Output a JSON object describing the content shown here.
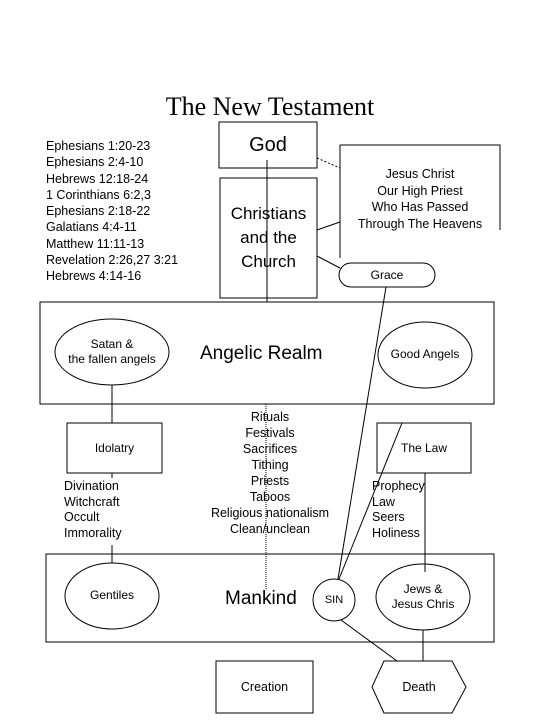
{
  "title": "The New Testament",
  "references": [
    "Ephesians 1:20-23",
    "Ephesians 2:4-10",
    "Hebrews 12:18-24",
    "1 Corinthians 6:2,3",
    "Ephesians 2:18-22",
    "Galatians 4:4-11",
    "Matthew 11:11-13",
    "Revelation 2:26,27 3:21",
    "Hebrews 4:14-16"
  ],
  "god": "God",
  "christians": [
    "Christians",
    "and the",
    "Church"
  ],
  "jesus_lines": [
    "Jesus Christ",
    "Our High Priest",
    "Who Has Passed",
    "Through The Heavens"
  ],
  "grace": "Grace",
  "angelic_realm": "Angelic Realm",
  "satan": [
    "Satan &",
    "the fallen angels"
  ],
  "good_angels": "Good Angels",
  "idolatry": "Idolatry",
  "idolatry_items": [
    "Divination",
    "Witchcraft",
    "Occult",
    "Immorality"
  ],
  "rituals": [
    "Rituals",
    "Festivals",
    "Sacrifices",
    "Tithing",
    "Priests",
    "Taboos",
    "Religious nationalism",
    "Clean/unclean"
  ],
  "the_law": "The Law",
  "law_items": [
    "Prophecy",
    "Law",
    "Seers",
    "Holiness"
  ],
  "mankind": "Mankind",
  "gentiles": "Gentiles",
  "sin": "SIN",
  "jews": [
    "Jews &",
    "Jesus Chris"
  ],
  "creation": "Creation",
  "death": "Death"
}
